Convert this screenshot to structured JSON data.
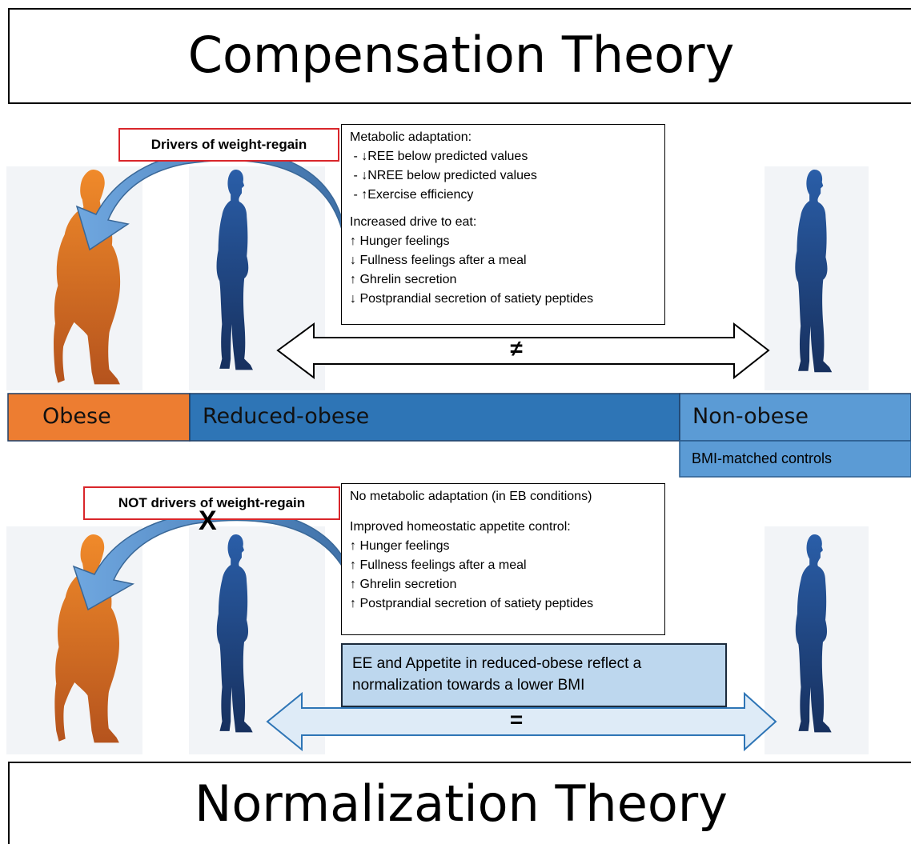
{
  "titles": {
    "top": "Compensation Theory",
    "bottom": "Normalization Theory"
  },
  "compensation": {
    "drivers_tag": "Drivers of weight-regain",
    "lines": [
      "Metabolic adaptation:",
      " - ↓REE below predicted values",
      " - ↓NREE below predicted values",
      " - ↑Exercise efficiency",
      "",
      "Increased drive to eat:",
      "↑ Hunger feelings",
      "↓ Fullness feelings after a meal",
      "↑ Ghrelin secretion",
      "↓ Postprandial secretion of satiety peptides"
    ],
    "arrow_symbol": "≠"
  },
  "bands": {
    "obese": "Obese",
    "reduced_obese": "Reduced-obese",
    "non_obese": "Non-obese",
    "bmi_matched": "BMI-matched controls"
  },
  "normalization": {
    "not_drivers_tag": "NOT drivers of weight-regain",
    "x_mark": "X",
    "lines": [
      "No metabolic adaptation (in EB conditions)",
      "",
      "Improved homeostatic appetite control:",
      "↑ Hunger feelings",
      "↑ Fullness feelings after a meal",
      "↑ Ghrelin secretion",
      "↑ Postprandial secretion of satiety peptides"
    ],
    "note_line1": "EE and Appetite in reduced-obese reflect a",
    "note_line2": "normalization towards a lower BMI",
    "arrow_symbol": "="
  },
  "colors": {
    "obese_fill": "#ed7d31",
    "reduced_fill": "#2e75b6",
    "nonobese_fill": "#5b9bd5",
    "figure_obese": "#d2691e",
    "figure_lean": "#1f3f7a",
    "curved_arrow": "#4f8ed2",
    "double_arrow_fill": "#deebf7",
    "tag_border": "#d9262b"
  }
}
